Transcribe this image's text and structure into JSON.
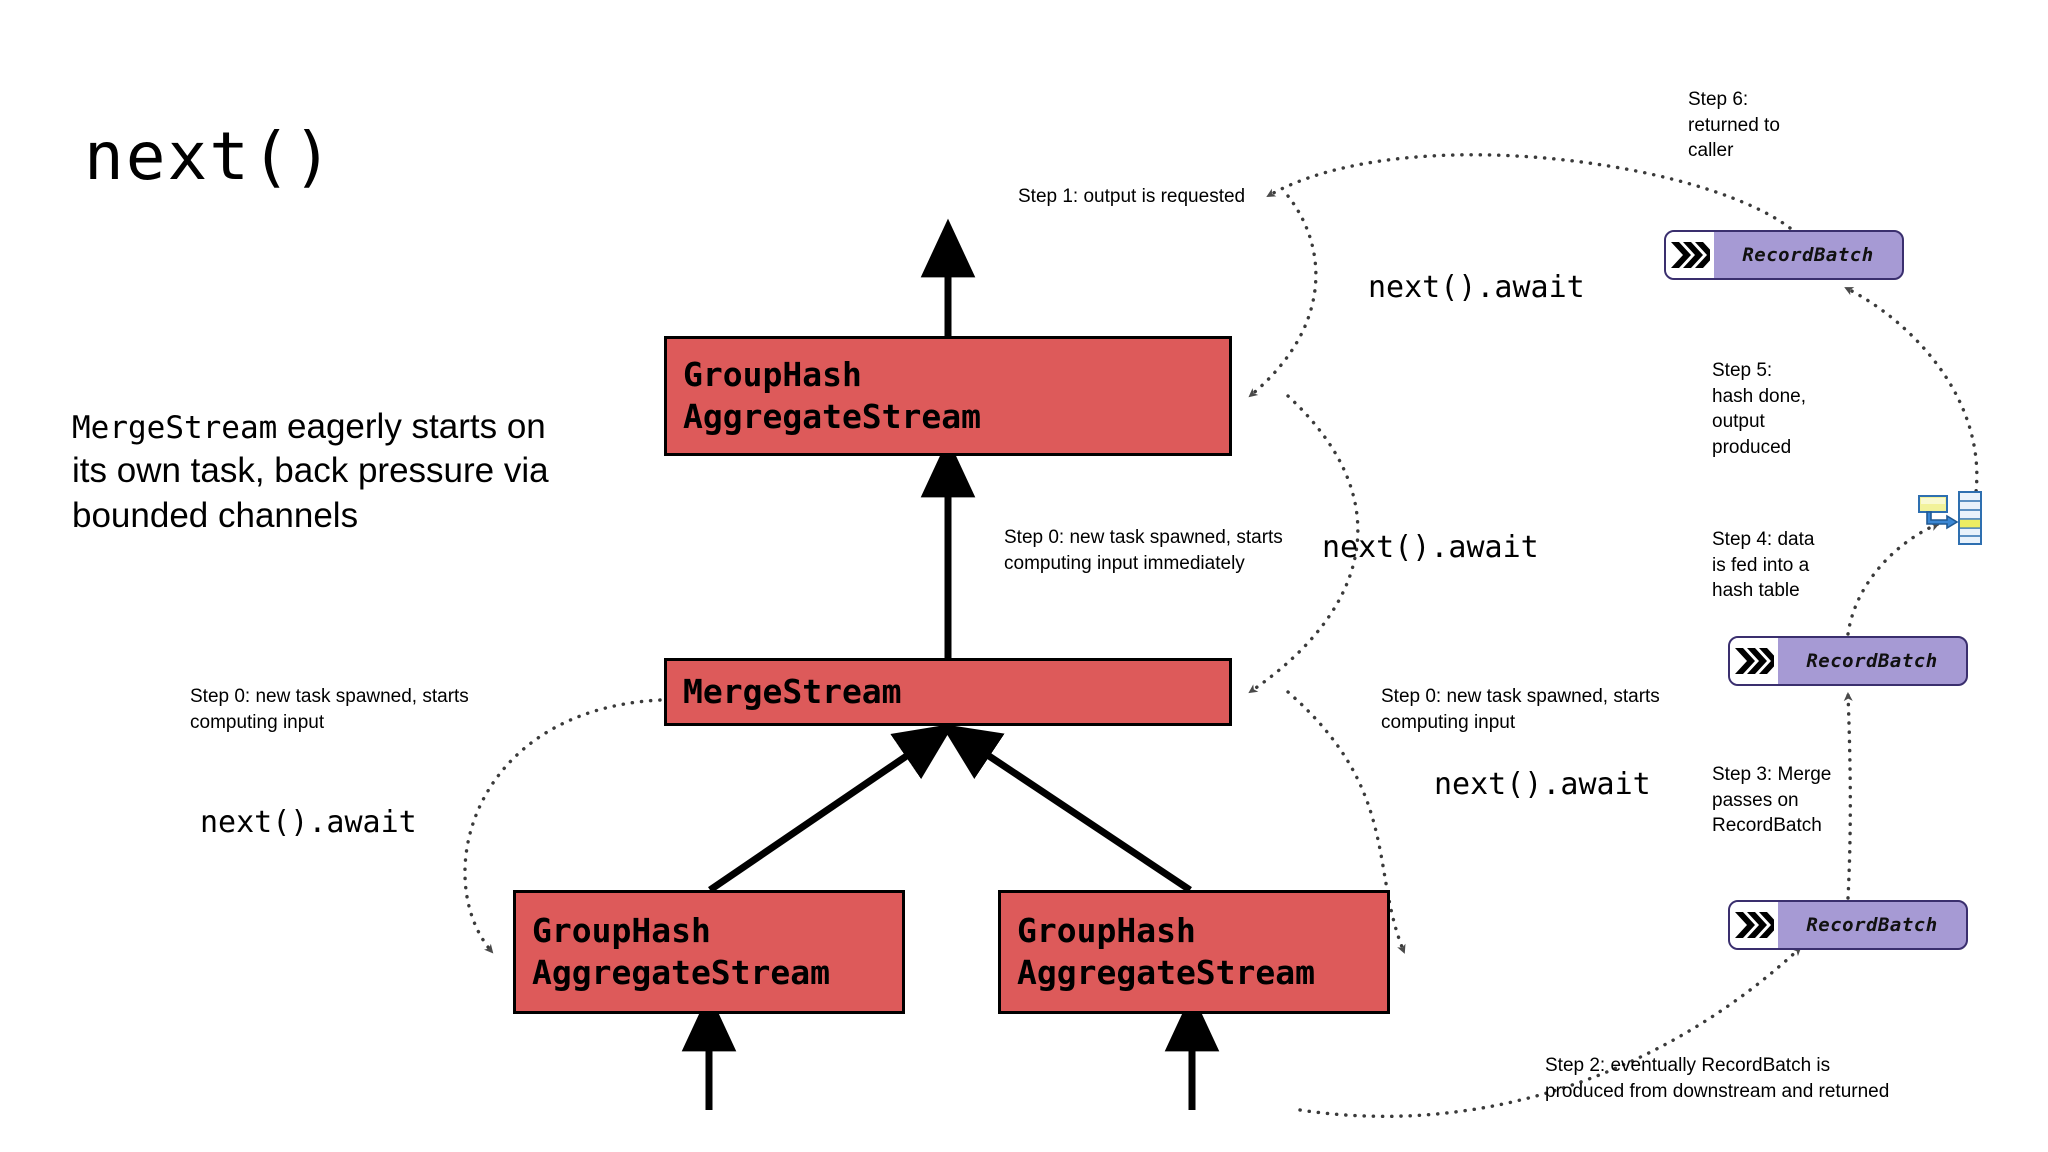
{
  "slide": {
    "title": "next()",
    "background_color": "#ffffff"
  },
  "note": {
    "mono_part": "MergeStream",
    "rest": " eagerly starts on its own task, back pressure via bounded channels"
  },
  "colors": {
    "operator_fill": "#dd5a5a",
    "operator_border": "#000000",
    "recordbatch_fill": "#a69ad4",
    "recordbatch_border": "#3a2f6e",
    "arrow_solid": "#000000",
    "arrow_dotted": "#3a3a3a",
    "text": "#000000"
  },
  "operators": [
    {
      "id": "group-hash-aggregate-top",
      "label": "GroupHash\nAggregateStream"
    },
    {
      "id": "merge-stream",
      "label": "MergeStream"
    },
    {
      "id": "group-hash-aggregate-left",
      "label": "GroupHash\nAggregateStream"
    },
    {
      "id": "group-hash-aggregate-right",
      "label": "GroupHash\nAggregateStream"
    }
  ],
  "record_batches": [
    {
      "id": "record-batch-top",
      "label": "RecordBatch",
      "icon": "chevrons-right-icon"
    },
    {
      "id": "record-batch-middle",
      "label": "RecordBatch",
      "icon": "chevrons-right-icon"
    },
    {
      "id": "record-batch-bottom",
      "label": "RecordBatch",
      "icon": "chevrons-right-icon"
    }
  ],
  "hash_table_icon": {
    "name": "hash-table-icon"
  },
  "annotations": {
    "step1": "Step 1: output is requested",
    "step6": "Step 6:\nreturned to\ncaller",
    "step5": "Step 5:\nhash done,\noutput\nproduced",
    "step4": "Step 4: data\nis fed into a\nhash table",
    "step3": "Step 3: Merge\npasses on\nRecordBatch",
    "step2": "Step 2: eventually RecordBatch is\nproduced from downstream and returned",
    "step0_middle": "Step 0: new task spawned, starts\ncomputing input immediately",
    "step0_left": "Step 0: new task spawned, starts\ncomputing input",
    "step0_right": "Step 0: new task spawned, starts\ncomputing input"
  },
  "code_labels": {
    "top": "next().await",
    "middle": "next().await",
    "right": "next().await",
    "left": "next().await"
  }
}
